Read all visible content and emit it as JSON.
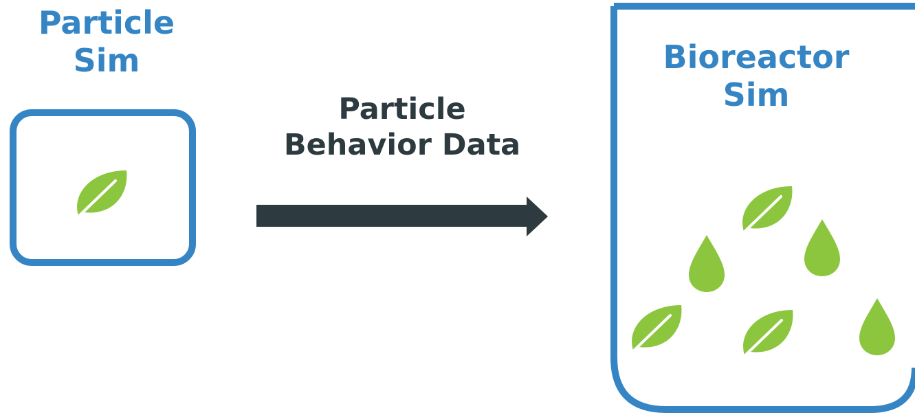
{
  "particle_sim": {
    "title_line1": "Particle",
    "title_line2": "Sim"
  },
  "transfer": {
    "label_line1": "Particle",
    "label_line2": "Behavior Data"
  },
  "bioreactor_sim": {
    "title_line1": "Bioreactor",
    "title_line2": "Sim"
  },
  "colors": {
    "accent_blue": "#3585C5",
    "arrow_dark": "#2D3A40",
    "leaf_green": "#8CC63F"
  },
  "icons": {
    "particle_box": [
      "leaf-icon"
    ],
    "bioreactor": [
      "leaf-icon",
      "drop-icon",
      "drop-icon",
      "leaf-icon",
      "leaf-icon",
      "drop-icon"
    ]
  }
}
